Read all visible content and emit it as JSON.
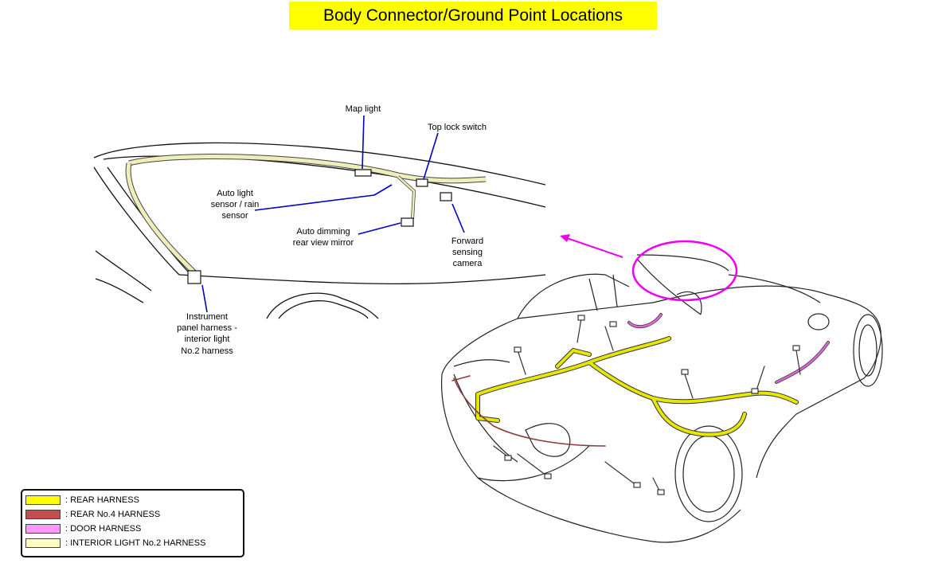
{
  "title": "Body Connector/Ground Point Locations",
  "callouts": {
    "map_light": "Map light",
    "top_lock_switch": "Top lock switch",
    "auto_light_sensor": [
      "Auto light",
      "sensor / rain",
      "sensor"
    ],
    "auto_dimming_mirror": [
      "Auto dimming",
      "rear view mirror"
    ],
    "forward_camera": [
      "Forward",
      "sensing",
      "camera"
    ],
    "instrument_panel": [
      "Instrument",
      "panel harness -",
      "interior light",
      "No.2 harness"
    ]
  },
  "legend": {
    "items": [
      {
        "label": ": REAR HARNESS",
        "color": "#ffff00"
      },
      {
        "label": ": REAR No.4 HARNESS",
        "color": "#c0504d"
      },
      {
        "label": ": DOOR HARNESS",
        "color": "#ff99ff"
      },
      {
        "label": ": INTERIOR LIGHT No.2 HARNESS",
        "color": "#ffffc0"
      }
    ]
  },
  "colors": {
    "title_bg": "#ffff00",
    "leader_line": "#0000cc",
    "highlight_circle": "#ee00ee",
    "rear_harness": "#e6e600",
    "rear_no4": "#8b3a3a",
    "door": "#dd66dd",
    "interior_light": "#eeeebb"
  }
}
